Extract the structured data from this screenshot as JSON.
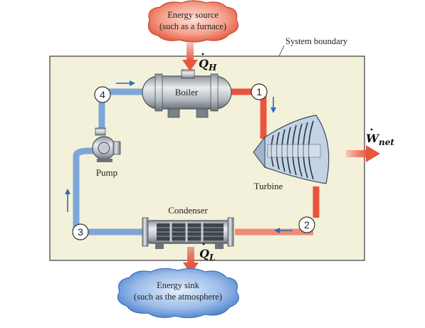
{
  "source_cloud": {
    "line1": "Energy source",
    "line2": "(such as a furnace)"
  },
  "sink_cloud": {
    "line1": "Energy sink",
    "line2": "(such as the atmosphere)"
  },
  "system_boundary_label": "System boundary",
  "heat_in": {
    "symbol": "Q",
    "subscript": "H"
  },
  "heat_out": {
    "symbol": "Q",
    "subscript": "L"
  },
  "work_out": {
    "symbol": "W",
    "subscript": "net"
  },
  "components": {
    "boiler": "Boiler",
    "turbine": "Turbine",
    "condenser": "Condenser",
    "pump": "Pump"
  },
  "states": [
    "1",
    "2",
    "3",
    "4"
  ],
  "colors": {
    "hot_pipe": "#e8553e",
    "cold_pipe": "#7fa6d8",
    "boundary_fill": "#f3f1d9",
    "source_cloud": "#ee6e55",
    "sink_cloud": "#5c8fd6",
    "flow_arrow": "#2b6cb8"
  }
}
